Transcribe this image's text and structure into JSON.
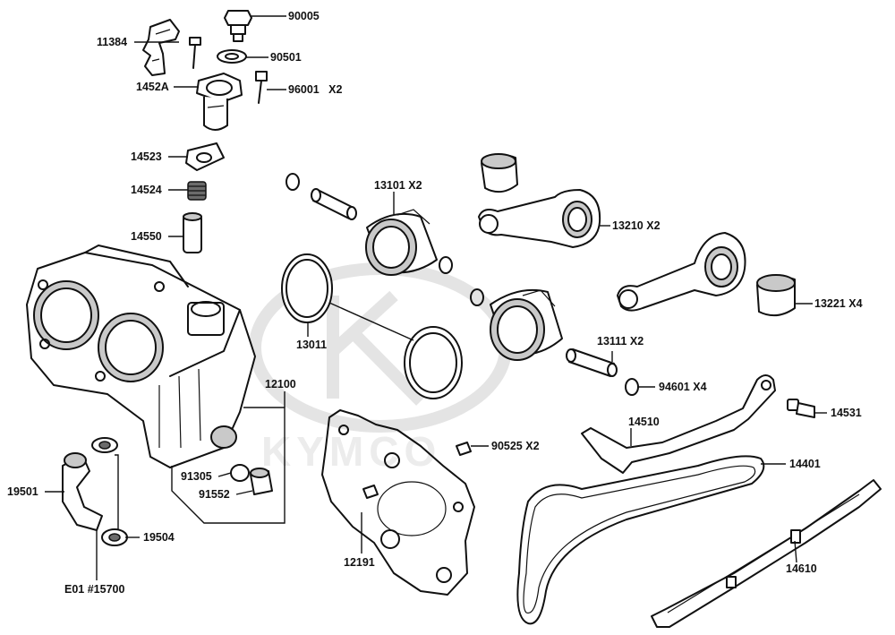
{
  "watermark": {
    "text": "KYMCO"
  },
  "labels": {
    "l90005": "90005",
    "l11384": "11384",
    "l90501": "90501",
    "l1452a": "1452A",
    "l96001": "96001   X2",
    "l14523": "14523",
    "l14524": "14524",
    "l14550": "14550",
    "l13101": "13101 X2",
    "l13210": "13210 X2",
    "l13221": "13221 X4",
    "l13011": "13011",
    "l13111": "13111 X2",
    "l94601": "94601 X4",
    "l12100": "12100",
    "l14531": "14531",
    "l14510": "14510",
    "l90525": "90525 X2",
    "l14401": "14401",
    "l91305": "91305",
    "l91552": "91552",
    "l19501": "19501",
    "l19504": "19504",
    "l12191": "12191",
    "l14610": "14610",
    "le01": "E01 #15700"
  }
}
